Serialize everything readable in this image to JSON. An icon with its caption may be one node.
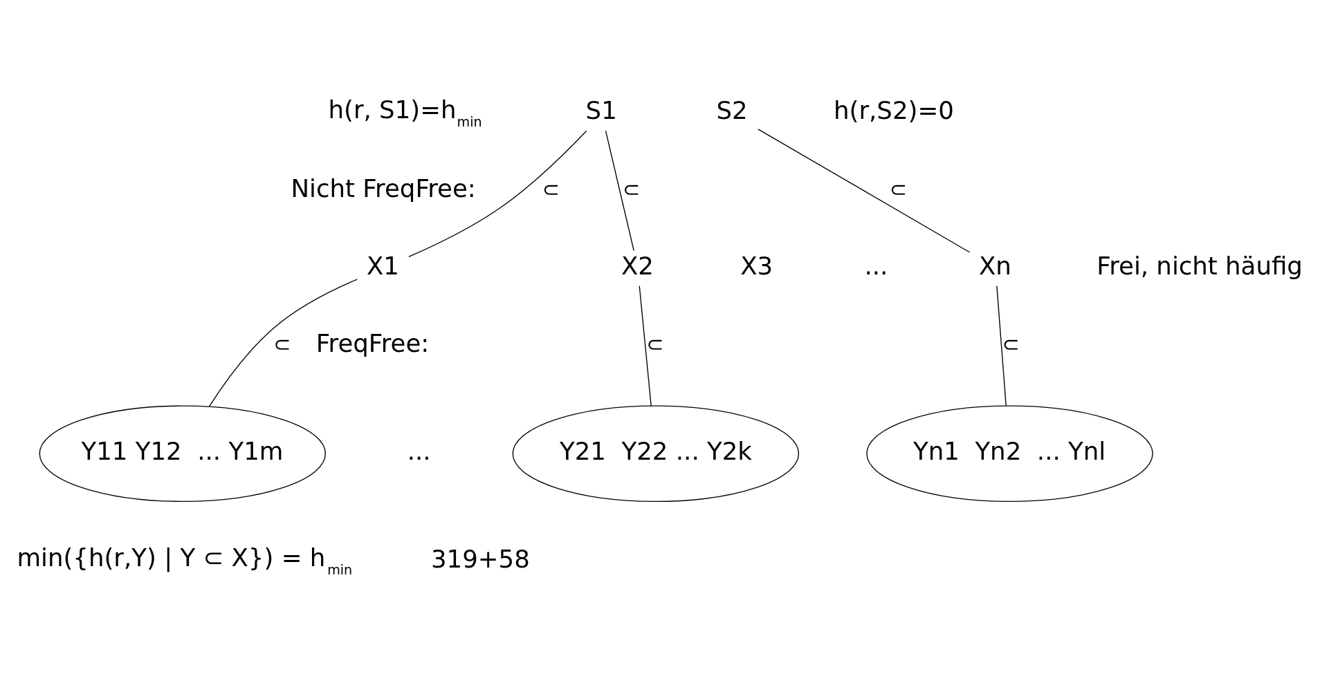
{
  "diagram": {
    "nodes": [
      {
        "text": [
          "S1"
        ]
      },
      {
        "text": [
          "S2"
        ]
      },
      {
        "text": [
          "X1"
        ]
      },
      {
        "text": [
          "X2"
        ]
      },
      {
        "text": [
          "X3"
        ]
      },
      {
        "text": [
          "Xn"
        ]
      },
      {
        "text": [
          "Y11 Y12  ... Y1m"
        ]
      },
      {
        "text": [
          "Y21  Y22 ... Y2k"
        ]
      },
      {
        "text": [
          "Yn1  Yn2  ... Ynl"
        ]
      }
    ],
    "edges": [
      {
        "from": 0,
        "to": 2,
        "arrow": "none",
        "label": "⊂"
      },
      {
        "from": 0,
        "to": 3,
        "arrow": "none",
        "label": "⊂"
      },
      {
        "from": 1,
        "to": 5,
        "arrow": "none",
        "label": "⊂"
      },
      {
        "from": 2,
        "to": 6,
        "arrow": "none",
        "label": "⊂"
      },
      {
        "from": 3,
        "to": 7,
        "arrow": "none",
        "label": "⊂"
      },
      {
        "from": 5,
        "to": 8,
        "arrow": "none",
        "label": "⊂"
      }
    ],
    "labels": [
      "h(r, S1)=h$_{min}$",
      "h(r,S2)=0",
      "Nicht FreqFree:",
      "...",
      "Frei, nicht häufig",
      "FreqFree:",
      "...",
      "min({h(r,Y) | Y ⊂ X}) = h$_{min}$",
      "319+58"
    ]
  }
}
